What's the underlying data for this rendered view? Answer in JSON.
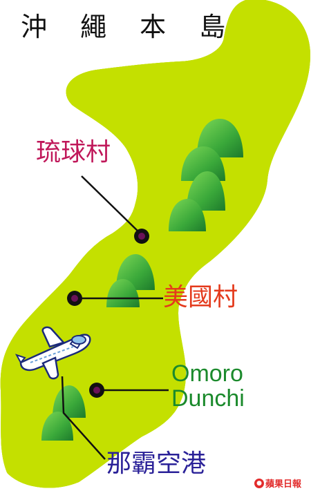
{
  "map": {
    "title": "沖 繩 本 島",
    "places": {
      "ryukyu_village": "琉球村",
      "american_village": "美國村",
      "omoro_dunchi": "Omoro Dunchi",
      "naha_airport": "那霸空港"
    },
    "credit": "蘋果日報",
    "colors": {
      "land": "#f9dca8",
      "coast_outer": "#c4e000",
      "coast_inner": "#f8fb3c",
      "mountain": "#3daf35",
      "marker": "#6a1358"
    },
    "icons": [
      "mountain-icon",
      "airplane-icon",
      "apple-logo-icon"
    ]
  }
}
